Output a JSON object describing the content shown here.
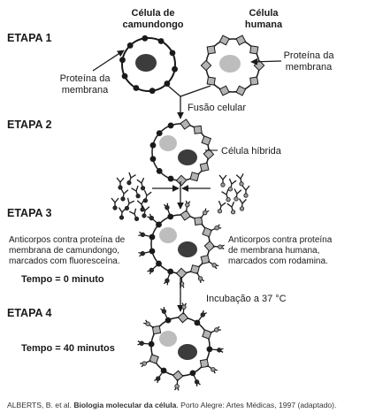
{
  "header": {
    "mouse_cell": [
      "Célula de",
      "camundongo"
    ],
    "human_cell": [
      "Célula",
      "humana"
    ]
  },
  "steps": {
    "s1": "ETAPA 1",
    "s2": "ETAPA 2",
    "s3": "ETAPA 3",
    "s4": "ETAPA 4"
  },
  "labels": {
    "membrane_protein_left": [
      "Proteína da",
      "membrana"
    ],
    "membrane_protein_right": [
      "Proteína da",
      "membrana"
    ],
    "cell_fusion": "Fusão celular",
    "hybrid_cell": "Célula híbrida",
    "antibodies_left": [
      "Anticorpos contra proteína de",
      "membrana de camundongo,",
      "marcados com fluoresceína."
    ],
    "antibodies_right": [
      "Anticorpos contra proteína",
      "de membrana humana,",
      "marcados com rodamina."
    ],
    "time_zero": "Tempo = 0 minuto",
    "incubation": "Incubação a 37 °C",
    "time_forty": "Tempo = 40 minutos"
  },
  "caption": {
    "before": "ALBERTS, B. et al. ",
    "title": "Biologia molecular da célula",
    "after": ". Porto Alegre: Artes Médicas, 1997 (adaptado)."
  }
}
